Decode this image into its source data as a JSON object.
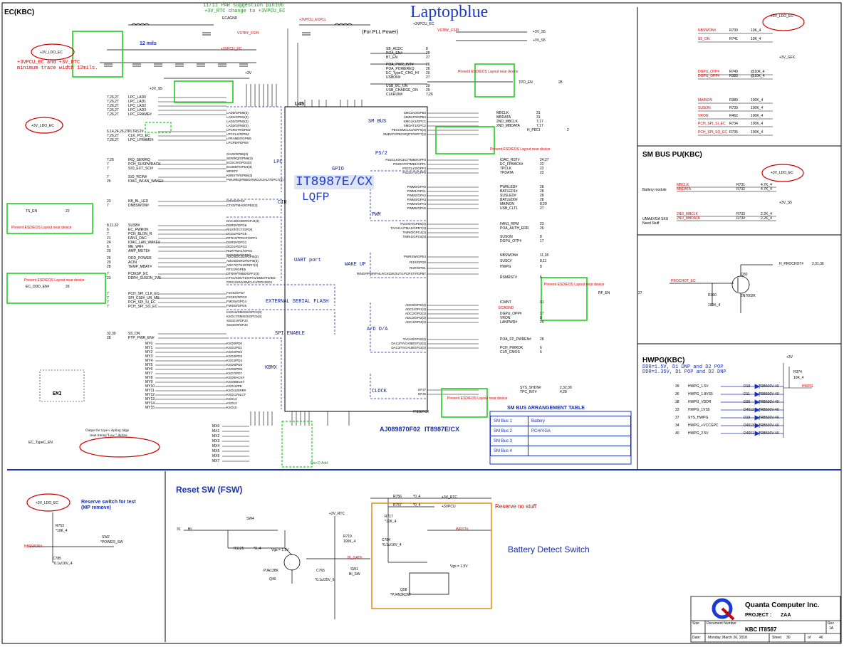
{
  "watermark": "Laptopblue",
  "chip": {
    "name": "IT8987E/CX",
    "package": "LQFP",
    "part_number": "AJ089870F02",
    "part_model": "IT8987E/CX",
    "ref": "U45",
    "ref2": "IT8987CX"
  },
  "sections": {
    "ec": "EC(KBC)",
    "smbus_pu": "SM BUS PU(KBC)",
    "hwpg": "HWPG(KBC)",
    "reset_sw": "Reset SW (FSW)",
    "battery_detect": "Battery Detect Switch"
  },
  "blocks": {
    "lpc": "LPC",
    "gpio": "GPIO",
    "cir": "CIR",
    "smbus": "SM BUS",
    "ps2": "PS/2",
    "pwm": "PWM",
    "uart": "UART port",
    "wakeup": "WAKE UP",
    "ext_flash": "EXTERNAL SERIAL FLASH",
    "spi_enable": "SPI ENABLE",
    "kbmx": "KBMX",
    "ad_da": "A/D D/A",
    "clock": "CLOCK"
  },
  "notes": {
    "pin106": "11/11 PAR suggestion  pin106",
    "pin106b": "+3V_RTC  change to +3VPCU_EC",
    "trace1": "+3VPCU_EC  and +3V_RTC",
    "trace2": "minimum trace width 12mils.",
    "mils": "12 mils",
    "pll": "(For PLL Power)",
    "esd": "Prevent ESD/EOS  Layout near device",
    "rev": "Rev:D Add",
    "typec1": "Output for type-c Apling ridge",
    "typec2": "reset timing\"Low \" Active",
    "reserve_switch1": "Reserve switch for test",
    "reserve_switch2": "(MP remove)",
    "reserve_no_stuff": "Reserve no stuff",
    "ddr1": "DDR=1.5V, D1 DNP and D2 POP",
    "ddr2": "DDR=1.35V, D1 POP and D2 DNP",
    "battery_module": "Battery module",
    "uma1": "UMA&VGA SKU",
    "uma2": "Need Stuff",
    "vgs1": "Vgs = 1.5V",
    "vgs2": "Vgs = 1.5V",
    "emi": "EMI"
  },
  "power_rails": {
    "ldo_ec": "+3V_LDO_EC",
    "vpcu_ec": "+3VPCU_EC",
    "vpcu_ecpll": "+3VPCU_ECPLL",
    "vstby": "VSTBY_FSPI",
    "v3s": "+3V_S5",
    "v3gfx": "+3V_GFX",
    "v3": "+3V",
    "v3rtc": "+3V_RTC",
    "v3pcu": "+3VPCU",
    "ecagnd": "ECAGND"
  },
  "smbus_table": {
    "title": "SM BUS ARRANGEMENT TABLE",
    "rows": [
      {
        "bus": "SM Bus 1",
        "device": "Battery"
      },
      {
        "bus": "SM Bus 2",
        "device": "PCH/VGA"
      },
      {
        "bus": "SM Bus 3",
        "device": ""
      },
      {
        "bus": "SM Bus 4",
        "device": ""
      }
    ]
  },
  "left_nets": [
    {
      "name": "LPC_LAD0",
      "page": "7,26,27"
    },
    {
      "name": "LPC_LAD1",
      "page": "7,26,27"
    },
    {
      "name": "LPC_LAD2",
      "page": "7,26,27"
    },
    {
      "name": "LPC_LAD3",
      "page": "7,26,27"
    },
    {
      "name": "LPC_FRAME#",
      "page": "7,26,27"
    },
    {
      "name": "PLTRST#",
      "page": "6,14,24,26,27"
    },
    {
      "name": "CLK_PCI_EC",
      "page": "7,26,27"
    },
    {
      "name": "LPC_LFRAME#",
      "page": "7,26,27"
    },
    {
      "name": "IRQ_SERIRQ",
      "page": "7,26"
    },
    {
      "name": "PCH_SUSPWRACK",
      "page": "7"
    },
    {
      "name": "SIO_EXT_SCI#",
      "page": "7"
    },
    {
      "name": "SIO_RCIN#",
      "page": "7"
    },
    {
      "name": "IOAC_WLAN_WAKE#",
      "page": "25"
    },
    {
      "name": "KB_BL_LED",
      "page": "23"
    },
    {
      "name": "DNBSWON#",
      "page": "7"
    },
    {
      "name": "SUSB#",
      "page": "8,11,32"
    },
    {
      "name": "EC_PWROK",
      "page": "6"
    },
    {
      "name": "PCH_BLON_R",
      "page": "7"
    },
    {
      "name": "FAN1_DAC",
      "page": "21"
    },
    {
      "name": "IOAC_LAN_WAKE#",
      "page": "24"
    },
    {
      "name": "ME_WR#",
      "page": "6"
    },
    {
      "name": "AMP_MUTE#",
      "page": "20"
    },
    {
      "name": "ODD_POWER",
      "page": "26"
    },
    {
      "name": "ACIN",
      "page": "29"
    },
    {
      "name": "TEMP_MBAT#",
      "page": "28"
    },
    {
      "name": "PCIESP_EC",
      "page": "7"
    },
    {
      "name": "DDR4_SUSON_2V5",
      "page": "23"
    },
    {
      "name": "PCH_SPI_CLK_EC",
      "page": "7"
    },
    {
      "name": "SPI_CS0#_UR_ME",
      "page": "7"
    },
    {
      "name": "PCH_SPI_SI_EC",
      "page": "7"
    },
    {
      "name": "PCH_SPI_SO_EC",
      "page": "7"
    },
    {
      "name": "S5_ON",
      "page": "32,39"
    },
    {
      "name": "PTP_PWR_EN#",
      "page": "28"
    }
  ],
  "kb_nets": [
    "MY0",
    "MY1",
    "MY2",
    "MY3",
    "MY4",
    "MY5",
    "MY6",
    "MY7",
    "MY8",
    "MY9",
    "MY10",
    "MY11",
    "MY12",
    "MY13",
    "MY14",
    "MY15"
  ],
  "mx_nets": [
    "MX0",
    "MX1",
    "MX2",
    "MX3",
    "MX4",
    "MX5",
    "MX6",
    "MX7"
  ],
  "chip_left_pins": [
    "LAD0/GPM0(3)",
    "LAD1/GPM1(3)",
    "LAD2/GPM2(3)",
    "LAD3/GPM3(3)",
    "LPCRST#/GPD2",
    "LPCCLK/GPM4",
    "LFRAME#/GPM5",
    "LPCPD#/GPE6",
    "GA20/GPB5(3)",
    "SERIRQ/GPM6(3)",
    "ECSCI#/GPD3(3)",
    "ECSMI#/GPD4(3)",
    "WRST#",
    "KBRST#/GPB6(3)",
    "PWUREQ#/BBO/SMCLK2ALT/GPC7(3)",
    "CRX0/GPC0",
    "CTX0/TMA0/GPB2(3)",
    "DAC4/DCD0#/GPJ4(3)",
    "DSR0#/GPG6",
    "RI1#/NTCT/GPD0",
    "DCD1#/GPC5",
    "DTR1#/TPDAT/GPF3",
    "DSR0#/GPG1",
    "DCD1#/GPG3",
    "RI2#/TMA1/GPD1",
    "RXD/SIN0/GPE0",
    "ADC5/DCD1#/GPI5(3)",
    "ADC6/DSR1#/GPI6(3)",
    "ADC7/CTS1#/GPI7(3)",
    "RTS1#/GPE5",
    "DTR0#/TMB0/GPF2(3)",
    "CTX1/SOUT1/GPH1/SMDAT3/ID2",
    "CRX1/SIN1/SMCLK3/GPH2/ID1",
    "FSCK/GPG7",
    "FSCE#/GPG3",
    "FMOSI/GPG4",
    "FMISO/GPG5",
    "KSO16/SMOSI/GPC3(3)",
    "KSO17/SMISO/GPC5(3)",
    "SSCE1#/GPJ3",
    "SSCE0#/GPJ4",
    "KSO0/PD0",
    "KSO1/PD1",
    "KSO2/PD2",
    "KSO3/PD3",
    "KSO4/PD4",
    "KSO5/PD5",
    "KSO6/PD6",
    "KSO7/PD7",
    "KSO8/ACK#",
    "KSO9/BUSY",
    "KSO10/PE",
    "KSO11/ERR#",
    "KSO12/SLCT",
    "KSO13",
    "KSO14",
    "KSO15"
  ],
  "chip_right_pins": [
    "SMCLK0/GPB3",
    "SMDAT0/GPB4",
    "SMCLK1/GPC1",
    "SMDAT1/GPC2",
    "PECI/SMCLK2/GPF6(3)",
    "SMDAT2/PECIRQT#/GPF7(3)",
    "PS2CLK0/CEC/TMB0/GPF0",
    "PS2DAT0/TMB1/GPF1",
    "PS2CLK2/GPF4",
    "PS2DAT2/GPF5",
    "PWM0/GPA0",
    "PWM1/GPA1",
    "PWM2/GPA2",
    "PWM3/GPA3",
    "PWM4/GPA4",
    "PWM5/GPA5",
    "TACH0A/GPD6(3)",
    "TACH1A/TMA1/GPD7(3)",
    "TMRI0/GPC4(3)",
    "TMRI1/GPC6(3)",
    "PWRSW/GPE4",
    "RI1#/GPD0",
    "RI2#/GPD1",
    "RING#/PWRFAIL#/CK32KOUT/LPCRST#/GPB7",
    "ADC0/GPI0(3)",
    "ADC1/GPI1(3)",
    "ADC2/GPI2(3)",
    "ADC3/GPI3(3)",
    "ADC4/GPI4(3)",
    "TACH2/GPJ0(3)",
    "DAC2/TACH0B/GPJ2(3)",
    "DAC3/TACH1B/GPJ3(3)",
    "GPJ7",
    "GPJ6"
  ],
  "right_nets": [
    {
      "name": "SB_ACDC",
      "page": "8"
    },
    {
      "name": "POA_EN#",
      "page": "28"
    },
    {
      "name": "BT_EN",
      "page": "27"
    },
    {
      "name": "POA_PWR_INT#",
      "page": "26"
    },
    {
      "name": "POA_POWEREQ",
      "page": "26"
    },
    {
      "name": "EC_TypeC_CHG_HI",
      "page": "20"
    },
    {
      "name": "USBON#",
      "page": "27"
    },
    {
      "name": "USB_BC_ON",
      "page": "29"
    },
    {
      "name": "USB_CHARGE_ON",
      "page": "29"
    },
    {
      "name": "CLKRUN#",
      "page": "7,26"
    },
    {
      "name": "MBCLK",
      "page": "31"
    },
    {
      "name": "MBDATA",
      "page": "31"
    },
    {
      "name": "2ND_MBCLK",
      "page": "7,17"
    },
    {
      "name": "2ND_MBDATA",
      "page": "7,17"
    },
    {
      "name": "H_PECI",
      "page": "2"
    },
    {
      "name": "IOAC_RST#",
      "page": "24,27"
    },
    {
      "name": "EC_FPBACK#",
      "page": "22"
    },
    {
      "name": "TPCLK",
      "page": "22"
    },
    {
      "name": "TPDATA",
      "page": "22"
    },
    {
      "name": "PWRLED#",
      "page": "28"
    },
    {
      "name": "BATLED1#",
      "page": "28"
    },
    {
      "name": "SUSLED#",
      "page": "28"
    },
    {
      "name": "BATLED0#",
      "page": "28"
    },
    {
      "name": "MAINON",
      "page": "8,29"
    },
    {
      "name": "USB_CLT1",
      "page": "27"
    },
    {
      "name": "FAN1_RPM",
      "page": "23"
    },
    {
      "name": "POA_AUTH_ERR",
      "page": "26"
    },
    {
      "name": "SUSON",
      "page": "8"
    },
    {
      "name": "DGPU_OTP#",
      "page": "17"
    },
    {
      "name": "NBSWON#",
      "page": "11,28"
    },
    {
      "name": "SUSC#",
      "page": "8,11"
    },
    {
      "name": "HWPG",
      "page": "8"
    },
    {
      "name": "RSMRST#",
      "page": "6"
    },
    {
      "name": "ICMNT",
      "page": "31"
    },
    {
      "name": "DGPU_OPP#",
      "page": "17"
    },
    {
      "name": "VRON",
      "page": "8"
    },
    {
      "name": "LANPWR#",
      "page": "24"
    },
    {
      "name": "POA_FP_PWREN#",
      "page": "28"
    },
    {
      "name": "PCH_PWROK",
      "page": "6"
    },
    {
      "name": "CLR_CMOS",
      "page": "6"
    },
    {
      "name": "SYS_SHDN#",
      "page": "2,32,39"
    },
    {
      "name": "TPC_INT#",
      "page": "4,28"
    },
    {
      "name": "TPD_EN",
      "page": "28"
    },
    {
      "name": "RF_EN",
      "page": "27"
    },
    {
      "name": "TS_EN",
      "page": "22"
    },
    {
      "name": "EC_ODD_EN#",
      "page": "26"
    },
    {
      "name": "EC_TypeC_EN",
      "page": ""
    }
  ],
  "smbus_pu_nets": [
    {
      "name": "NBSWON#",
      "ref": "R730",
      "val": "10K_4"
    },
    {
      "name": "S5_ON",
      "ref": "R741",
      "val": "10K_4"
    },
    {
      "name": "DGPU_OTP#",
      "ref": "R740",
      "val": "@10K_4"
    },
    {
      "name": "DGPU_OPP#",
      "ref": "R383",
      "val": "@10K_4"
    },
    {
      "name": "MAINON",
      "ref": "R389",
      "val": "100K_4"
    },
    {
      "name": "SUSON",
      "ref": "R739",
      "val": "100K_4"
    },
    {
      "name": "VRON",
      "ref": "R462",
      "val": "100K_4"
    },
    {
      "name": "PCH_SPI_SI_EC",
      "ref": "R734",
      "val": "100K_4"
    },
    {
      "name": "PCH_SPI_SO_EC",
      "ref": "R735",
      "val": "100K_4"
    }
  ],
  "smbus_pu2": [
    {
      "name": "MBCLK",
      "ref": "R731",
      "val": "4.7K_4"
    },
    {
      "name": "MBDATA",
      "ref": "R732",
      "val": "4.7K_4"
    },
    {
      "name": "2ND_MBCLK",
      "ref": "R733",
      "val": "2.2K_4"
    },
    {
      "name": "2ND_MBDATA",
      "ref": "R734",
      "val": "2.2K_4"
    }
  ],
  "prochot": {
    "in": "PROCHOT_EC",
    "out": "H_PROCHOT#",
    "page": "2,31,36",
    "q": "Q30",
    "q_part": "2N7002K",
    "r": "R360",
    "r_val": "100K_4"
  },
  "hwpg_rows": [
    {
      "page": "39",
      "net": "HWPG_1.5V",
      "d": "D18",
      "dval": "*RB500V-40"
    },
    {
      "page": "36",
      "net": "HWPG_1.8VS5",
      "d": "D11",
      "dval": "*RB500V-40"
    },
    {
      "page": "38",
      "net": "HWPG_VDDR",
      "d": "D20",
      "dval": "*RB500V-40"
    },
    {
      "page": "33",
      "net": "HWPG_1VS5",
      "d": "D4012",
      "dval": "*RB500V-40"
    },
    {
      "page": "37",
      "net": "SYS_HWPG",
      "d": "D19",
      "dval": "*RB500V-40"
    },
    {
      "page": "34",
      "net": "HWPG_+VCCGPC",
      "d": "D4013",
      "dval": "*RB500V-40"
    },
    {
      "page": "40",
      "net": "HWPG_2.5V",
      "d": "D4001",
      "dval": "*RB500V-40"
    }
  ],
  "hwpg_out": "HWPG",
  "hwpg_r": {
    "ref": "R374",
    "val": "10K_4"
  },
  "reset": {
    "sw4": "SW4",
    "sw2": "SW2",
    "sw2_part": "*POWER_SW",
    "r753": "R753",
    "r753_val": "*10K_4",
    "c785": "C785",
    "c785_val": "*0.1u/16V_4",
    "nbswon": "NBSWON#",
    "bi": "BI",
    "bi_page": "31",
    "r1125": "R1125",
    "r1125_val": "*0_4",
    "q40": "Q40",
    "q40_part": "PJA138K",
    "r719": "R719",
    "r719_val": "100K_4",
    "c765": "C765",
    "c765_val": "*0.1u/25V_6",
    "sw1": "SW1",
    "sw1_part": "BI_SW",
    "bi_gate": "BI_GATE",
    "rtc": "+3V_RTC"
  },
  "battery_detect": {
    "r756": "R756",
    "r757": "R757",
    "r717": "R717",
    "r717_val": "*10K_4",
    "c784": "C784",
    "c784_val": "*0.1u/16V_4",
    "q58": "Q58",
    "q58_part": "*PJ4N3KDW",
    "wrst": "WRST#",
    "rval": "*0_4"
  },
  "title_block": {
    "company": "Quanta Computer Inc.",
    "project_label": "PROJECT :",
    "project": "ZAA",
    "size_label": "Size",
    "doc_label": "Document Number",
    "rev_label": "Rev",
    "doc": "KBC IT8587",
    "rev": "1A",
    "date_label": "Date:",
    "date": "Monday, March 26, 2018",
    "sheet_label": "Sheet",
    "sheet": "30",
    "of": "of",
    "total": "46"
  }
}
